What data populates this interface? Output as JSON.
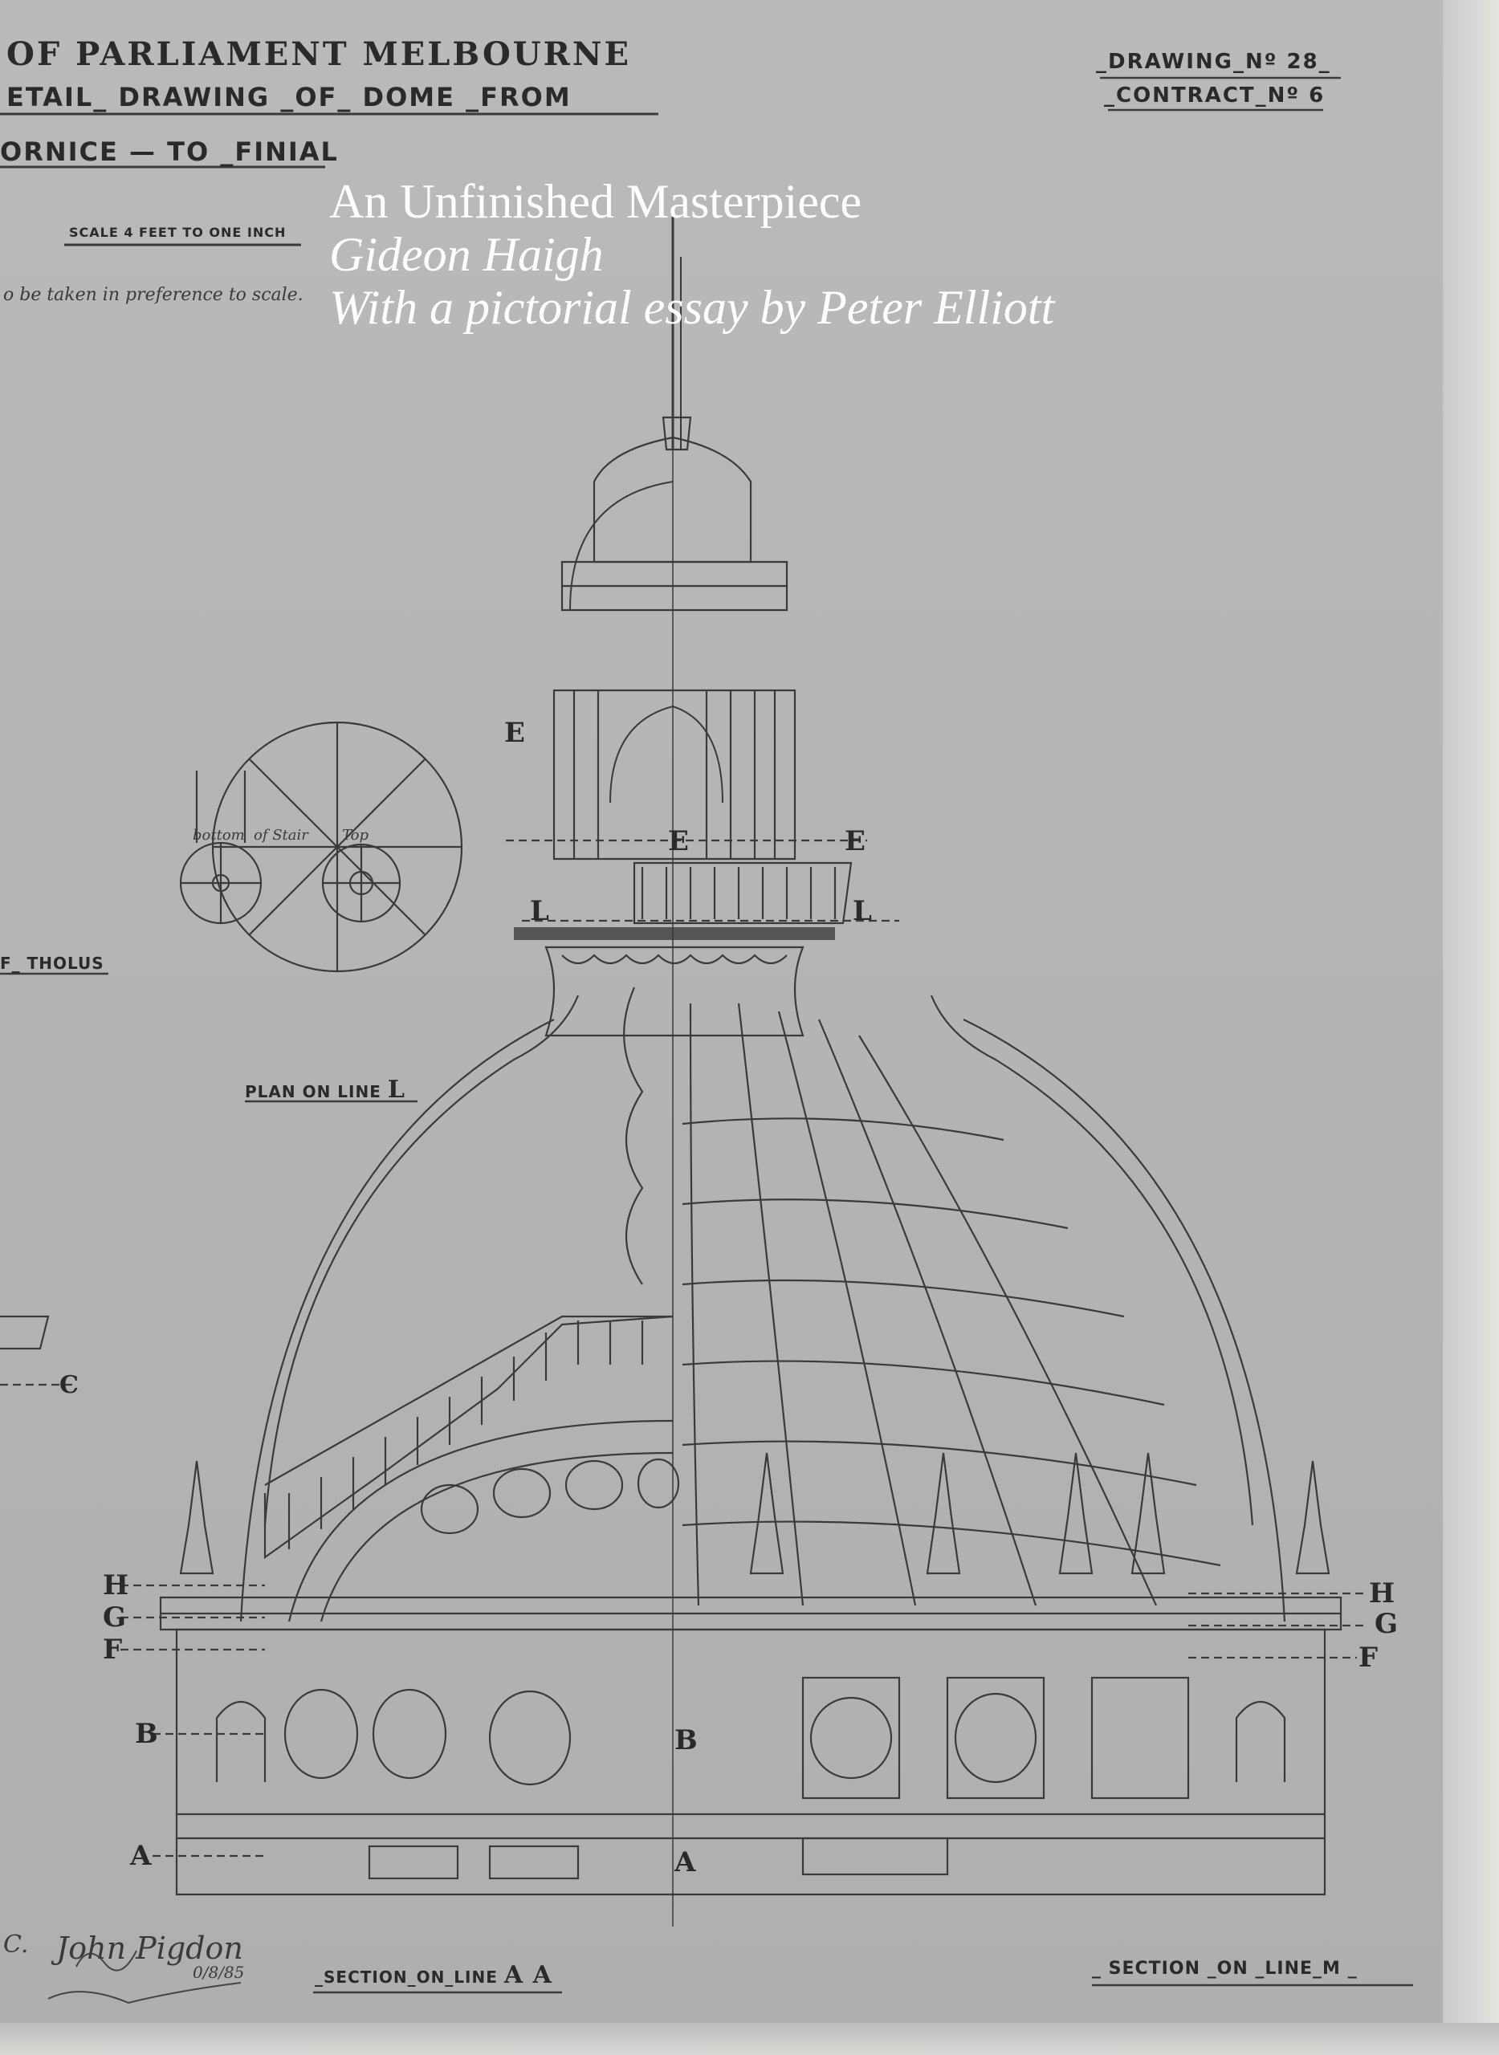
{
  "cover": {
    "title": "An Unfinished Masterpiece",
    "author": "Gideon Haigh",
    "subtitle": "With a pictorial essay by Peter Elliott"
  },
  "drawing": {
    "header_line1": "OF PARLIAMENT MELBOURNE",
    "header_line2": "ETAIL_ DRAWING _OF_ DOME _FROM",
    "header_line3": "ORNICE — TO _FINIAL",
    "drawing_no": "_DRAWING_Nº 28_",
    "contract_no": "_CONTRACT_Nº 6",
    "scale": "SCALE 4 FEET TO ONE INCH",
    "note": "o be taken in preference to scale.",
    "plan_label": "PLAN ON LINE",
    "plan_line_letter": "L",
    "tholus": "F_ THOLUS",
    "stair_bottom": "bottom",
    "stair_of": "of Stair",
    "stair_top": "Top",
    "section_aa": "_SECTION_ON_LINE",
    "section_aa_letters": "A A",
    "section_m": "_ SECTION _ON _LINE_M _",
    "signature": "John Pigdon",
    "sig_date": "0/8/85",
    "mark_c": "C.",
    "letters": {
      "E": "E",
      "L": "L",
      "H": "H",
      "G": "G",
      "F": "F",
      "B": "B",
      "A": "A",
      "C": "C"
    }
  },
  "colors": {
    "paper": "#b5b7b6",
    "ink": "#2a2a2a",
    "title_text": "#ffffff"
  }
}
